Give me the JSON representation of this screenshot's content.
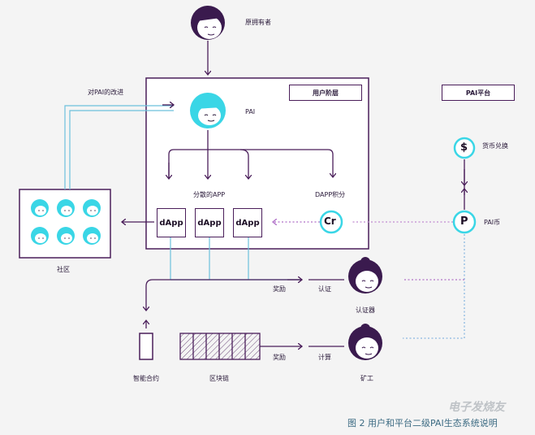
{
  "labels": {
    "original_owner": "原拥有者",
    "improve_pai": "对PAI的改进",
    "user_layer": "用户阶层",
    "pai_platform": "PAI平台",
    "pai": "PAI",
    "currency_exchange": "货币兑换",
    "distributed_app": "分散的APP",
    "dapp_points": "DAPP积分",
    "dapp": "dApp",
    "cr": "Cr",
    "pai_coin": "PAI币",
    "p": "P",
    "dollar": "$",
    "community": "社区",
    "reward1": "奖励",
    "certify": "认证",
    "certifier": "认证器",
    "smart_contract": "智能合约",
    "blockchain": "区块链",
    "reward2": "奖励",
    "compute": "计算",
    "miner": "矿工"
  },
  "caption": "图 2  用户和平台二级PAI生态系统说明",
  "watermark": "电子发烧友",
  "colors": {
    "purple": "#4a1e5a",
    "cyan": "#3ad6e6",
    "light_blue": "#6cc0dc",
    "pink_dotted": "#c080d0",
    "blue_dotted": "#8ab8e0"
  },
  "icons": [
    "person-face-icon",
    "dollar-coin-icon",
    "p-coin-icon",
    "cr-coin-icon"
  ]
}
